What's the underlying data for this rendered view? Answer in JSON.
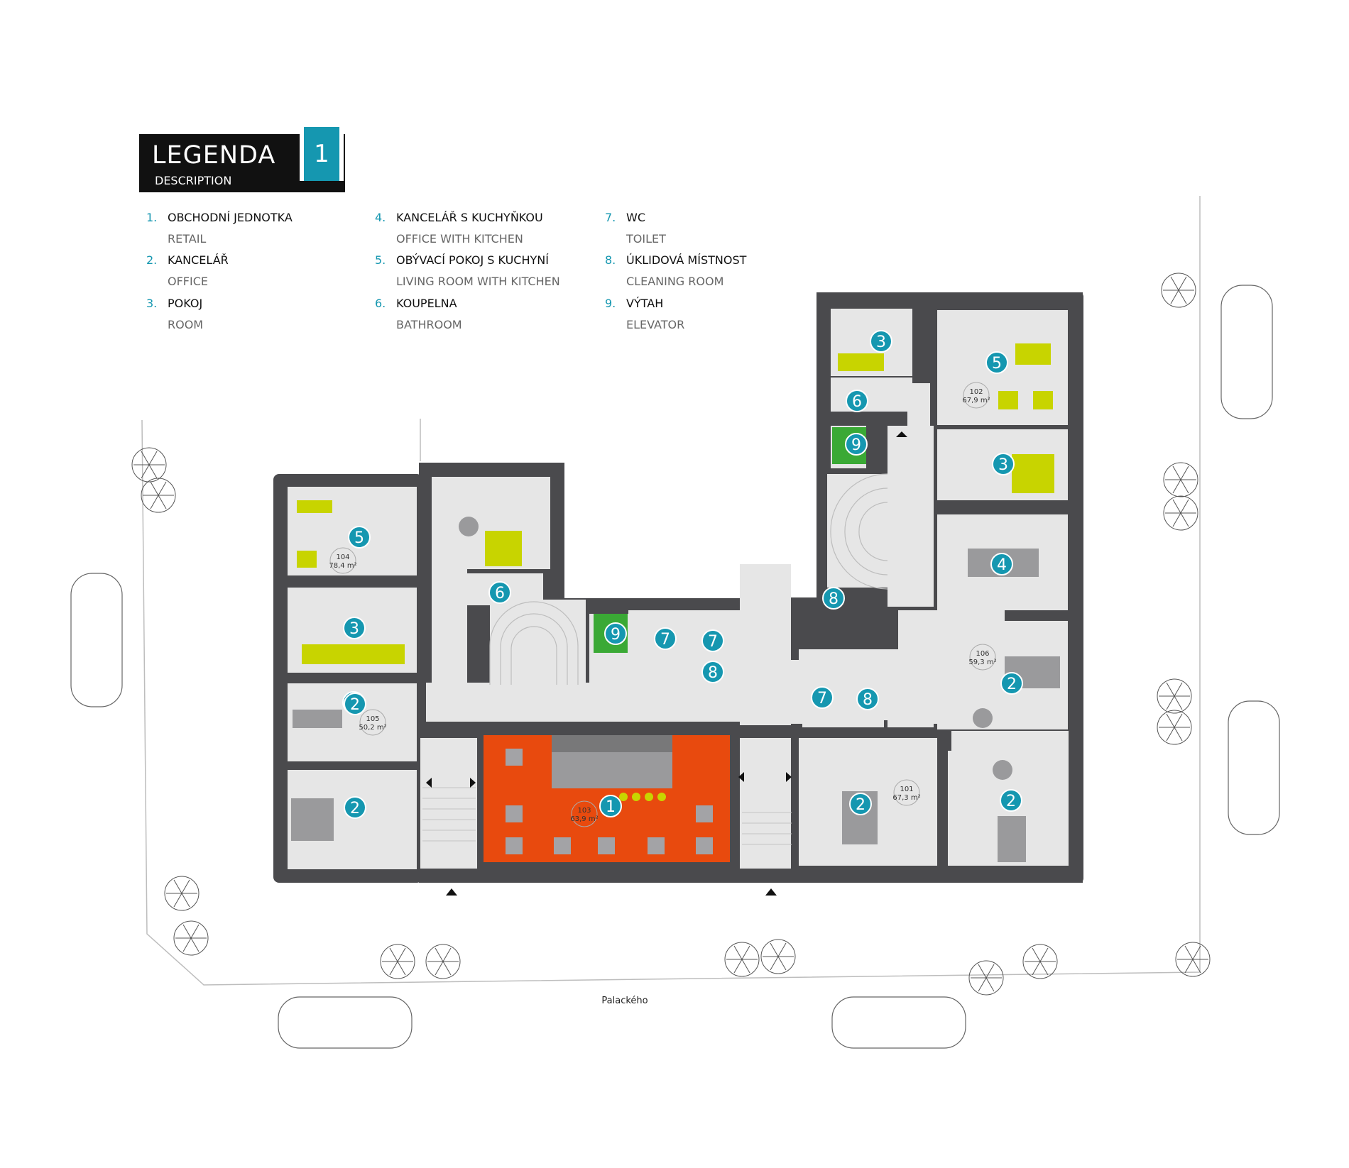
{
  "legend": {
    "title": "LEGENDA",
    "subtitle": "DESCRIPTION",
    "floor": "1",
    "items": [
      {
        "num": "1.",
        "cz": "OBCHODNÍ JEDNOTKA",
        "en": "RETAIL"
      },
      {
        "num": "2.",
        "cz": "KANCELÁŘ",
        "en": "OFFICE"
      },
      {
        "num": "3.",
        "cz": "POKOJ",
        "en": "ROOM"
      },
      {
        "num": "4.",
        "cz": "KANCELÁŘ S KUCHYŇKOU",
        "en": "OFFICE WITH KITCHEN"
      },
      {
        "num": "5.",
        "cz": "OBÝVACÍ POKOJ S KUCHYNÍ",
        "en": "LIVING ROOM WITH KITCHEN"
      },
      {
        "num": "6.",
        "cz": "KOUPELNA",
        "en": "BATHROOM"
      },
      {
        "num": "7.",
        "cz": "WC",
        "en": "TOILET"
      },
      {
        "num": "8.",
        "cz": "ÚKLIDOVÁ MÍSTNOST",
        "en": "CLEANING ROOM"
      },
      {
        "num": "9.",
        "cz": "VÝTAH",
        "en": "ELEVATOR"
      }
    ]
  },
  "street": "Palackého",
  "units": [
    {
      "id": "104",
      "area": "78,4 m²"
    },
    {
      "id": "105",
      "area": "50,2 m²"
    },
    {
      "id": "103",
      "area": "63,9 m²"
    },
    {
      "id": "102",
      "area": "67,9 m²"
    },
    {
      "id": "106",
      "area": "59,3 m²"
    },
    {
      "id": "101",
      "area": "67,3 m²"
    }
  ],
  "markers": [
    "5",
    "3",
    "6",
    "3",
    "2",
    "2",
    "1",
    "9",
    "7",
    "7",
    "8",
    "7",
    "8",
    "9",
    "8",
    "3",
    "6",
    "5",
    "3",
    "4",
    "2",
    "2",
    "2"
  ],
  "colors": {
    "wall": "#4a4a4d",
    "floor": "#e6e6e6",
    "retail": "#e84a0e",
    "furniture": "#c8d400",
    "elevator": "#3aa935",
    "accent": "#1597b0",
    "legend_bg": "#111111"
  }
}
